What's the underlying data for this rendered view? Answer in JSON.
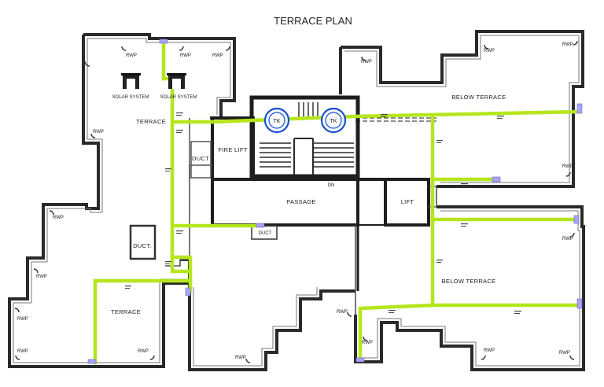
{
  "title": "TERRACE PLAN",
  "rooms": {
    "terrace": "TERRACE",
    "terrace_lower": "TERRACE",
    "below_terrace_top": "BELOW TERRACE",
    "below_terrace_bottom": "BELOW TERRACE",
    "fire_lift": "FIRE LIFT",
    "duct": "DUCT",
    "duct_lower": "DUCT.",
    "duct_small": "DUCT",
    "passage": "PASSAGE",
    "lift": "LIFT",
    "dn": "DN",
    "solar_system": "SOLAR SYSTEM"
  },
  "rwp_label": "RWP",
  "tank_label": "TK",
  "colors": {
    "pipe": "#b5e61d",
    "wall": "#2a2a2a",
    "tank": "#1a4fd1",
    "outlet": "#a9a4f5"
  },
  "icons": [
    "solar-panel-icon",
    "water-tank-icon",
    "rain-water-pipe-icon",
    "pipe-outlet-icon"
  ]
}
